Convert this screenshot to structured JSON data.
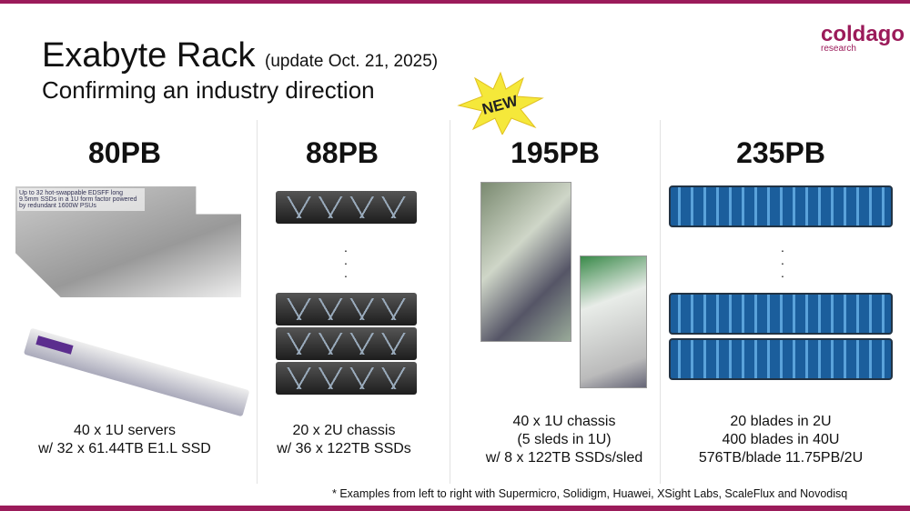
{
  "header": {
    "title": "Exabyte Rack",
    "update": "(update Oct. 21, 2025)",
    "subtitle": "Confirming an industry direction",
    "badge": "NEW"
  },
  "logo": {
    "name": "coldago",
    "tagline": "research"
  },
  "columns": [
    {
      "capacity": "80PB",
      "lines": [
        "40 x 1U servers",
        "w/ 32 x 61.44TB E1.L SSD"
      ],
      "image_caption": "Up to 32 hot-swappable EDSFF long 9.5mm SSDs in a 1U form factor powered by redundant 1600W PSUs"
    },
    {
      "capacity": "88PB",
      "lines": [
        "20 x 2U chassis",
        "w/ 36 x 122TB SSDs"
      ]
    },
    {
      "capacity": "195PB",
      "lines": [
        "40 x 1U chassis",
        "(5 sleds in 1U)",
        "w/ 8 x 122TB SSDs/sled"
      ]
    },
    {
      "capacity": "235PB",
      "lines": [
        "20 blades in 2U",
        "400 blades in 40U",
        "576TB/blade 11.75PB/2U"
      ]
    }
  ],
  "footnote": "* Examples from left to right with Supermicro, Solidigm, Huawei, XSight Labs, ScaleFlux and Novodisq",
  "colors": {
    "brand": "#9b1b5a",
    "badge": "#f5e83a"
  }
}
